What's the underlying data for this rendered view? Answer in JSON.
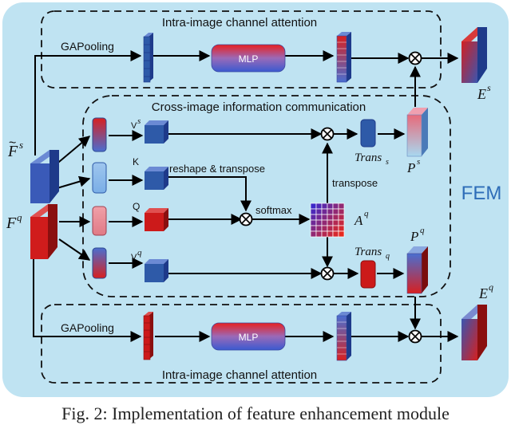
{
  "colors": {
    "panel_bg": "#bfe3f2",
    "blue": "#2e5aa8",
    "red": "#cc1a1a",
    "fem_text": "#2e6db8"
  },
  "labels": {
    "top_box_title": "Intra-image channel attention",
    "bottom_box_title": "Intra-image channel attention",
    "cross_box_title": "Cross-image information communication",
    "gap_top": "GAPooling",
    "gap_bottom": "GAPooling",
    "mlp_top": "MLP",
    "mlp_bottom": "MLP",
    "reshape": "reshape & transpose",
    "softmax": "softmax",
    "transpose": "transpose",
    "fem": "FEM",
    "k": "K",
    "q": "Q"
  },
  "math": {
    "f_s_base": "F",
    "f_s_tilde": "~",
    "f_s_sup": "s",
    "f_q_base": "F",
    "f_q_sup": "q",
    "v_s_base": "V",
    "v_s_sup": "s",
    "v_q_base": "V",
    "v_q_sup": "q",
    "a_q_base": "A",
    "a_q_sup": "q",
    "trans_s_base": "Trans",
    "trans_s_sub": "s",
    "trans_q_base": "Trans",
    "trans_q_sub": "q",
    "p_s_base": "P",
    "p_s_sup": "s",
    "p_q_base": "P",
    "p_q_sup": "q",
    "e_s_base": "E",
    "e_s_sup": "s",
    "e_q_base": "E",
    "e_q_sup": "q"
  },
  "caption": "Fig. 2: Implementation of feature enhancement module"
}
